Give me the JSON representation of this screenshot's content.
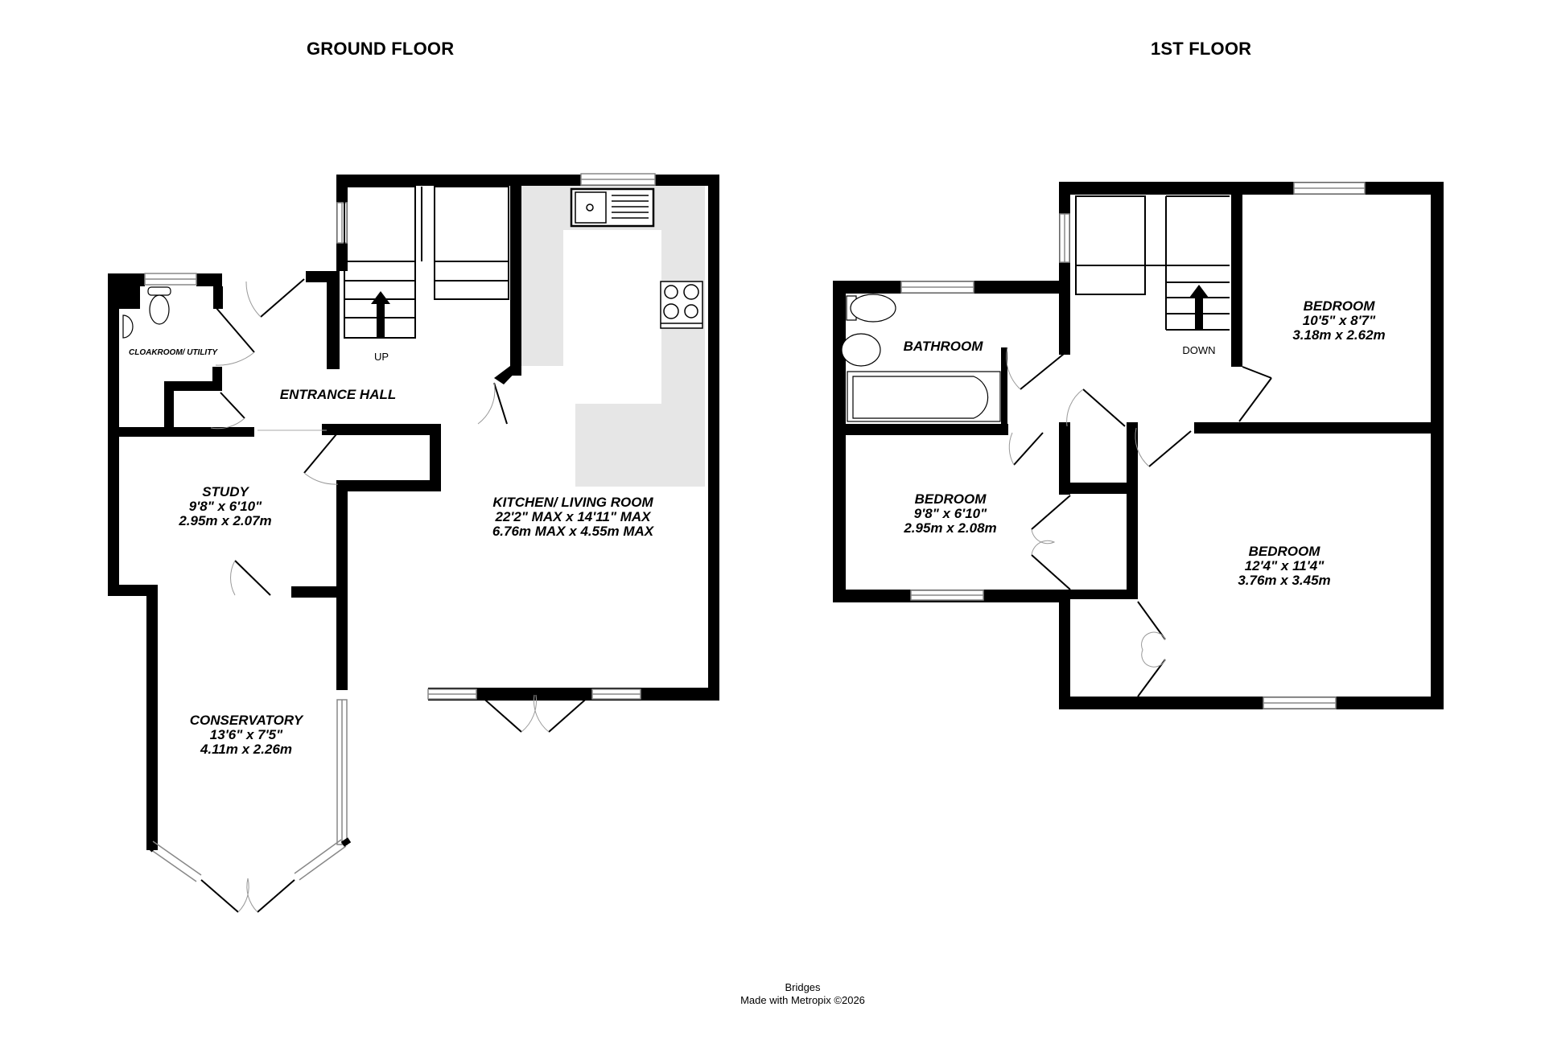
{
  "ground_floor": {
    "title": "GROUND FLOOR",
    "rooms": {
      "cloakroom": {
        "name": "CLOAKROOM/ UTILITY"
      },
      "entrance_hall": {
        "name": "ENTRANCE HALL"
      },
      "study": {
        "name": "STUDY",
        "imperial": "9'8\"  x 6'10\"",
        "metric": "2.95m  x 2.07m"
      },
      "kitchen": {
        "name": "KITCHEN/ LIVING ROOM",
        "imperial": "22'2\" MAX x 14'11\" MAX",
        "metric": "6.76m MAX x 4.55m MAX"
      },
      "conservatory": {
        "name": "CONSERVATORY",
        "imperial": "13'6\"  x 7'5\"",
        "metric": "4.11m  x 2.26m"
      }
    },
    "stairs_label": "UP"
  },
  "first_floor": {
    "title": "1ST FLOOR",
    "rooms": {
      "bathroom": {
        "name": "BATHROOM"
      },
      "bedroom_1": {
        "name": "BEDROOM",
        "imperial": "10'5\"  x 8'7\"",
        "metric": "3.18m  x 2.62m"
      },
      "bedroom_2": {
        "name": "BEDROOM",
        "imperial": "9'8\"  x 6'10\"",
        "metric": "2.95m  x 2.08m"
      },
      "bedroom_3": {
        "name": "BEDROOM",
        "imperial": "12'4\"  x 11'4\"",
        "metric": "3.76m  x 3.45m"
      }
    },
    "stairs_label": "DOWN"
  },
  "footer": {
    "company": "Bridges",
    "credit": "Made with Metropix ©2026"
  },
  "colors": {
    "wall": "#000000",
    "counter": "#e6e6e6",
    "window": "#ffffff",
    "background": "#ffffff"
  }
}
